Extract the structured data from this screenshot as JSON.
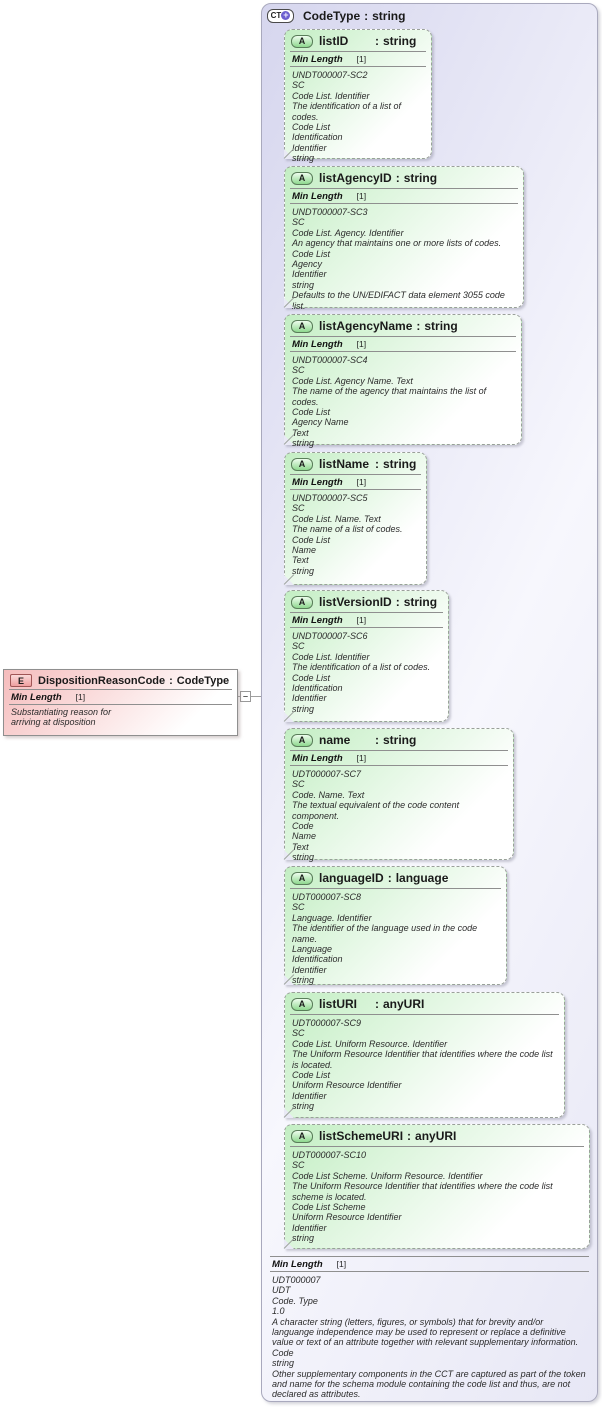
{
  "badges": {
    "complextype": "CT",
    "plus": "+",
    "attribute": "A",
    "element": "E",
    "collapse": "–"
  },
  "strings": {
    "colon": ":"
  },
  "colors": {
    "container_fill": "#d6d6ee",
    "attribute_fill": "#c3eec3",
    "element_fill": "#f5bcbc",
    "badge_green": "#8fd88f",
    "badge_pink": "#ef9f9f",
    "plus_purple": "#6c5fcf",
    "border_gray": "#8f8f8f"
  },
  "complextype": {
    "name": "CodeType",
    "type": "string"
  },
  "element": {
    "name": "DispositionReasonCode",
    "type": "CodeType",
    "facet_name": "Min Length",
    "facet_value": "[1]",
    "description": "Substantiating reason for\narriving at disposition"
  },
  "attributes": [
    {
      "name": "listID",
      "type": "string",
      "facet_name": "Min Length",
      "facet_value": "[1]",
      "annotation": "UNDT000007-SC2\nSC\nCode List. Identifier\nThe identification of a list of codes.\nCode List\nIdentification\nIdentifier\nstring"
    },
    {
      "name": "listAgencyID",
      "type": "string",
      "facet_name": "Min Length",
      "facet_value": "[1]",
      "annotation": "UNDT000007-SC3\nSC\nCode List. Agency. Identifier\nAn agency that maintains one or more lists of codes.\nCode List\nAgency\nIdentifier\nstring\nDefaults to the UN/EDIFACT data element 3055 code list."
    },
    {
      "name": "listAgencyName",
      "type": "string",
      "facet_name": "Min Length",
      "facet_value": "[1]",
      "annotation": "UNDT000007-SC4\nSC\nCode List. Agency Name. Text\nThe name of the agency that maintains the list of codes.\nCode List\nAgency Name\nText\nstring"
    },
    {
      "name": "listName",
      "type": "string",
      "facet_name": "Min Length",
      "facet_value": "[1]",
      "annotation": "UNDT000007-SC5\nSC\nCode List. Name. Text\nThe name of a list of codes.\nCode List\nName\nText\nstring"
    },
    {
      "name": "listVersionID",
      "type": "string",
      "facet_name": "Min Length",
      "facet_value": "[1]",
      "annotation": "UNDT000007-SC6\nSC\nCode List. Identifier\nThe identification of a list of codes.\nCode List\nIdentification\nIdentifier\nstring"
    },
    {
      "name": "name",
      "type": "string",
      "facet_name": "Min Length",
      "facet_value": "[1]",
      "annotation": "UDT000007-SC7\nSC\nCode. Name. Text\nThe textual equivalent of the code content component.\nCode\nName\nText\nstring"
    },
    {
      "name": "languageID",
      "type": "language",
      "annotation": "UDT000007-SC8\nSC\nLanguage. Identifier\nThe identifier of the language used in the code name.\nLanguage\nIdentification\nIdentifier\nstring"
    },
    {
      "name": "listURI",
      "type": "anyURI",
      "annotation": "UDT000007-SC9\nSC\nCode List. Uniform Resource. Identifier\nThe Uniform Resource Identifier that identifies where the code list is located.\nCode List\nUniform Resource Identifier\nIdentifier\nstring"
    },
    {
      "name": "listSchemeURI",
      "type": "anyURI",
      "annotation": "UDT000007-SC10\nSC\nCode List Scheme. Uniform Resource. Identifier\nThe Uniform Resource Identifier that identifies where the code list scheme is located.\nCode List Scheme\nUniform Resource Identifier\nIdentifier\nstring"
    }
  ],
  "footer": {
    "facet_name": "Min Length",
    "facet_value": "[1]",
    "annotation": "UDT000007\nUDT\nCode. Type\n1.0\nA character string (letters, figures, or symbols) that for brevity and/or languange independence may be used to represent or replace a definitive value or text of an attribute together with relevant supplementary information.\nCode\nstring\nOther supplementary components in the CCT are captured as part of the token and name for the schema module containing the code list and thus, are not declared as attributes."
  }
}
